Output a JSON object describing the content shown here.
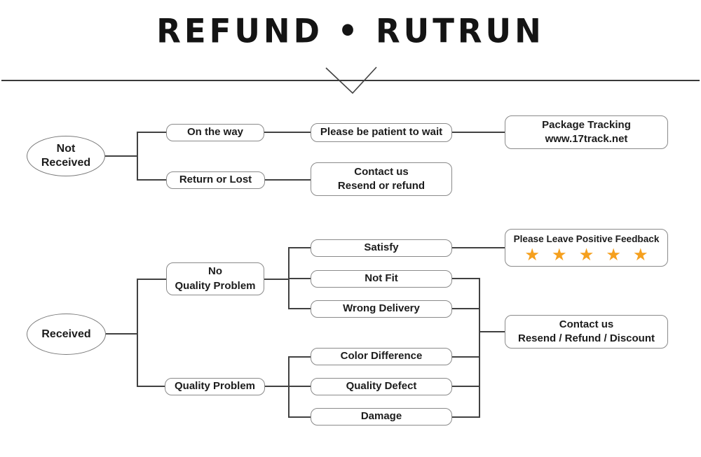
{
  "title": "REFUND • RUTRUN",
  "colors": {
    "star": "#F5A01E",
    "line": "#414141",
    "box_border": "#8a8a8a"
  },
  "flowchart": {
    "not_received_branch": {
      "root": "Not\nReceived",
      "on_the_way": "On the way",
      "be_patient": "Please be patient to wait",
      "package_tracking": "Package Tracking\nwww.17track.net",
      "return_or_lost": "Return or Lost",
      "contact_resend_refund": "Contact us\nResend or refund"
    },
    "received_branch": {
      "root": "Received",
      "no_quality_problem": "No\nQuality Problem",
      "satisfy": "Satisfy",
      "not_fit": "Not Fit",
      "wrong_delivery": "Wrong Delivery",
      "quality_problem": "Quality Problem",
      "color_difference": "Color Difference",
      "quality_defect": "Quality Defect",
      "damage": "Damage",
      "feedback_label": "Please Leave Positive Feedback",
      "stars": "★ ★ ★ ★ ★",
      "contact_discount": "Contact us\nResend / Refund / Discount"
    }
  }
}
